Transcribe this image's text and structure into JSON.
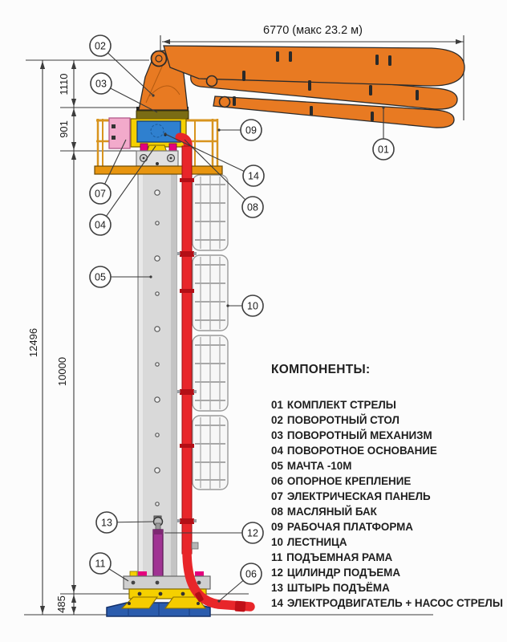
{
  "diagram": {
    "dimensions": {
      "boom_length": "6770 (макс 23.2 м)",
      "boom_top_offset": "1110",
      "platform_offset": "901",
      "total_height": "12496",
      "mast_height": "10000",
      "base_height": "485"
    },
    "callouts": {
      "c01": "01",
      "c02": "02",
      "c03": "03",
      "c04": "04",
      "c05": "05",
      "c06": "06",
      "c07": "07",
      "c08": "08",
      "c09": "09",
      "c10": "10",
      "c11": "11",
      "c12": "12",
      "c13": "13",
      "c14": "14"
    },
    "colors": {
      "boom_orange": "#E87A22",
      "platform_amber": "#D8941E",
      "floor_amber": "#E8950F",
      "housing_yellow": "#F5D000",
      "motor_blue": "#2F80CF",
      "panel_pink": "#F2AACB",
      "pipe_red": "#E8262A",
      "mast_gray": "#D9D9D9",
      "base_blue": "#2B5CAD",
      "cylinder_purple": "#A03393",
      "accent_magenta": "#E5007E"
    }
  },
  "components": {
    "title": "КОМПОНЕНТЫ:",
    "items": [
      {
        "num": "01",
        "label": "КОМПЛЕКТ СТРЕЛЫ"
      },
      {
        "num": "02",
        "label": "ПОВОРОТНЫЙ СТОЛ"
      },
      {
        "num": "03",
        "label": "ПОВОРОТНЫЙ МЕХАНИЗМ"
      },
      {
        "num": "04",
        "label": "ПОВОРОТНОЕ ОСНОВАНИЕ"
      },
      {
        "num": "05",
        "label": "МАЧТА -10М"
      },
      {
        "num": "06",
        "label": "ОПОРНОЕ КРЕПЛЕНИЕ"
      },
      {
        "num": "07",
        "label": "ЭЛЕКТРИЧЕСКАЯ ПАНЕЛЬ"
      },
      {
        "num": "08",
        "label": "МАСЛЯНЫЙ БАК"
      },
      {
        "num": "09",
        "label": "РАБОЧАЯ ПЛАТФОРМА"
      },
      {
        "num": "10",
        "label": "ЛЕСТНИЦА"
      },
      {
        "num": "11",
        "label": "ПОДЪЕМНАЯ РАМА"
      },
      {
        "num": "12",
        "label": "ЦИЛИНДР ПОДЪЕМА"
      },
      {
        "num": "13",
        "label": "ШТЫРЬ ПОДЪЁМА"
      },
      {
        "num": "14",
        "label": "ЭЛЕКТРОДВИГАТЕЛЬ + НАСОС СТРЕЛЫ"
      }
    ]
  }
}
